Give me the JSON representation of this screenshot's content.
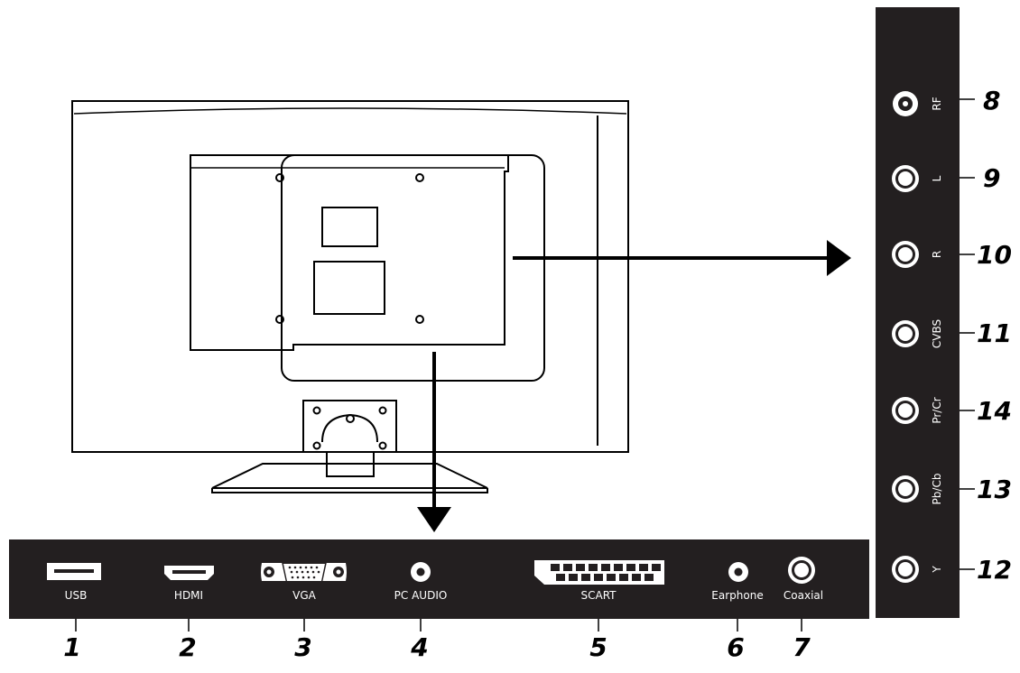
{
  "colors": {
    "panel": "#231f20",
    "line": "#000000",
    "background": "#ffffff",
    "label": "#ffffff"
  },
  "bottom_panel": {
    "ports": [
      {
        "id": "usb",
        "label": "USB",
        "number": "1",
        "icon": "usb-port-icon"
      },
      {
        "id": "hdmi",
        "label": "HDMI",
        "number": "2",
        "icon": "hdmi-port-icon"
      },
      {
        "id": "vga",
        "label": "VGA",
        "number": "3",
        "icon": "vga-port-icon"
      },
      {
        "id": "pc-audio",
        "label": "PC AUDIO",
        "number": "4",
        "icon": "audio-jack-icon"
      },
      {
        "id": "scart",
        "label": "SCART",
        "number": "5",
        "icon": "scart-port-icon"
      },
      {
        "id": "earphone",
        "label": "Earphone",
        "number": "6",
        "icon": "earphone-jack-icon"
      },
      {
        "id": "coaxial",
        "label": "Coaxial",
        "number": "7",
        "icon": "coaxial-port-icon"
      }
    ]
  },
  "side_panel": {
    "ports": [
      {
        "id": "rf",
        "label": "RF",
        "number": "8",
        "icon": "rf-antenna-port-icon"
      },
      {
        "id": "l",
        "label": "L",
        "number": "9",
        "icon": "rca-jack-icon"
      },
      {
        "id": "r",
        "label": "R",
        "number": "10",
        "icon": "rca-jack-icon"
      },
      {
        "id": "cvbs",
        "label": "CVBS",
        "number": "11",
        "icon": "rca-jack-icon"
      },
      {
        "id": "pr-cr",
        "label": "Pr/Cr",
        "number": "14",
        "icon": "rca-jack-icon"
      },
      {
        "id": "pb-cb",
        "label": "Pb/Cb",
        "number": "13",
        "icon": "rca-jack-icon"
      },
      {
        "id": "y",
        "label": "Y",
        "number": "12",
        "icon": "rca-jack-icon"
      }
    ]
  }
}
